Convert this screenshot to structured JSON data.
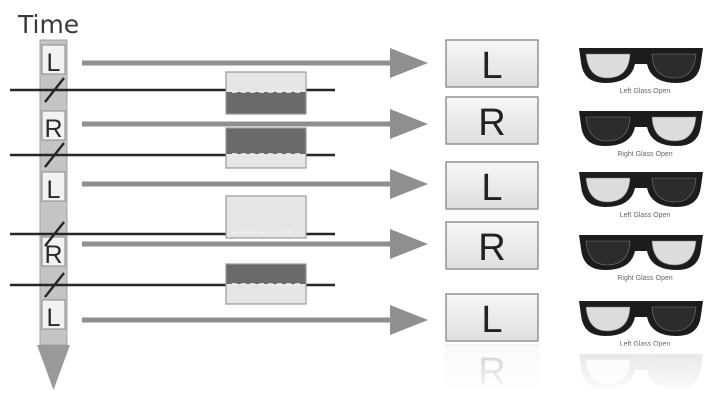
{
  "diagram": {
    "time_label": "Time",
    "frames": [
      {
        "label": "L",
        "box_label": "L",
        "lens_open": "left",
        "caption": "Left Glass Open"
      },
      {
        "label": "R",
        "box_label": "R",
        "lens_open": "right",
        "caption": "Right Glass Open"
      },
      {
        "label": "L",
        "box_label": "L",
        "lens_open": "left",
        "caption": "Left Glass Open"
      },
      {
        "label": "R",
        "box_label": "R",
        "lens_open": "right",
        "caption": "Right Glass Open"
      },
      {
        "label": "L",
        "box_label": "L",
        "lens_open": "left",
        "caption": "Left Glass Open"
      }
    ],
    "reflection_letter": "R",
    "colors": {
      "arrow": "#8f8f8f",
      "line": "#262626",
      "box_fill": "#ededed",
      "box_stroke": "#8c8c8c",
      "shutter_dark": "#6a6a6a",
      "shutter_light": "#e6e6e6",
      "glasses_frame": "#1c1c1c",
      "lens_open": "#dcdcdc",
      "lens_closed": "#2c2c2c",
      "timeline_bar": "#bfbfbf"
    }
  }
}
